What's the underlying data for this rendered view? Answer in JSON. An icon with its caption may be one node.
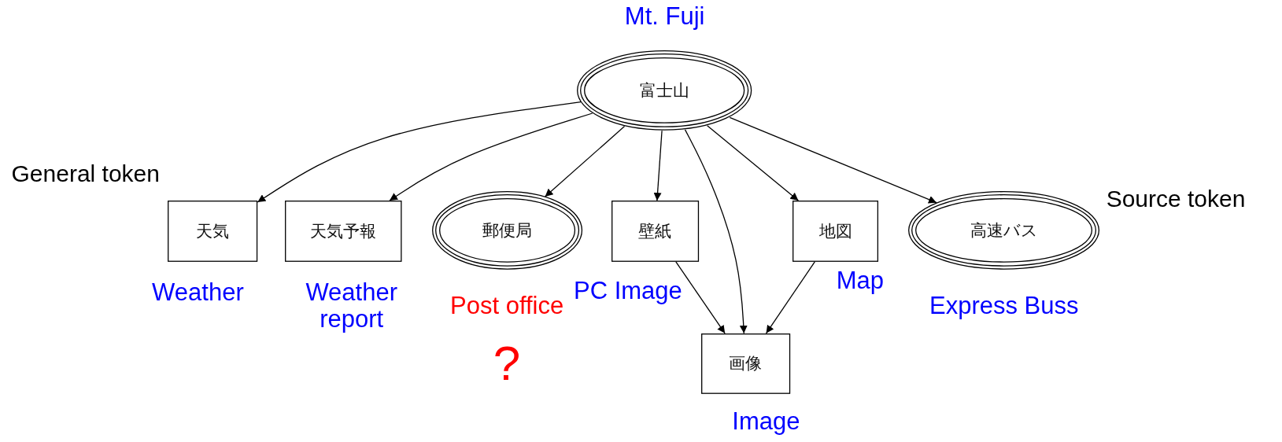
{
  "diagram": {
    "nodes": [
      {
        "text": [
          "富士山"
        ],
        "beside": [
          "Mt. Fuji"
        ]
      },
      {
        "text": [
          "天気"
        ],
        "beside": [
          "Weather"
        ]
      },
      {
        "text": [
          "天気予報"
        ],
        "beside": [
          "Weather report"
        ]
      },
      {
        "text": [
          "郵便局"
        ],
        "beside": [
          "Post office",
          "?"
        ]
      },
      {
        "text": [
          "壁紙"
        ],
        "beside": [
          "PC Image"
        ]
      },
      {
        "text": [
          "地図"
        ],
        "beside": [
          "Map"
        ]
      },
      {
        "text": [
          "高速バス"
        ],
        "beside": [
          "Express Buss"
        ]
      },
      {
        "text": [
          "画像"
        ],
        "beside": [
          "Image"
        ]
      }
    ],
    "edges": [
      {
        "from": 0,
        "to": 1,
        "arrow": "to"
      },
      {
        "from": 0,
        "to": 2,
        "arrow": "to"
      },
      {
        "from": 0,
        "to": 3,
        "arrow": "to"
      },
      {
        "from": 0,
        "to": 4,
        "arrow": "to"
      },
      {
        "from": 0,
        "to": 7,
        "arrow": "to"
      },
      {
        "from": 0,
        "to": 5,
        "arrow": "to"
      },
      {
        "from": 0,
        "to": 6,
        "arrow": "to"
      },
      {
        "from": 4,
        "to": 7,
        "arrow": "to"
      },
      {
        "from": 5,
        "to": 7,
        "arrow": "to"
      }
    ],
    "labels": [
      "General token",
      "Source token"
    ]
  }
}
